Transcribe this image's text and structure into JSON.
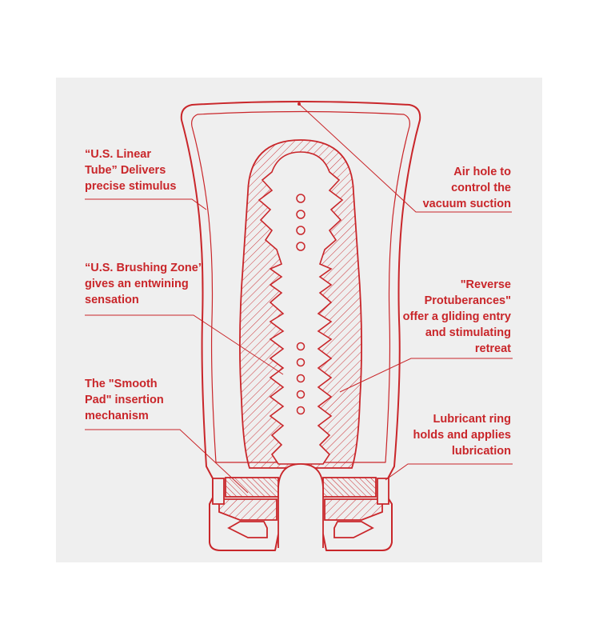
{
  "accent_color": "#c9262a",
  "panel_color": "#efefef",
  "callouts": {
    "linear_tube": {
      "lines": [
        "“U.S. Linear",
        "Tube” Delivers",
        "precise stimulus"
      ]
    },
    "brushing_zone": {
      "lines": [
        "“U.S. Brushing Zone”",
        "gives an entwining",
        "sensation"
      ]
    },
    "smooth_pad": {
      "lines": [
        "The \"Smooth",
        "Pad\" insertion",
        "mechanism"
      ]
    },
    "air_hole": {
      "lines": [
        "Air hole to",
        "control the",
        "vacuum suction"
      ]
    },
    "reverse_protuberances": {
      "lines": [
        "\"Reverse",
        "Protuberances\"",
        "offer a gliding entry",
        "and stimulating",
        "retreat"
      ]
    },
    "lubricant_ring": {
      "lines": [
        "Lubricant ring",
        "holds and applies",
        "lubrication"
      ]
    }
  }
}
